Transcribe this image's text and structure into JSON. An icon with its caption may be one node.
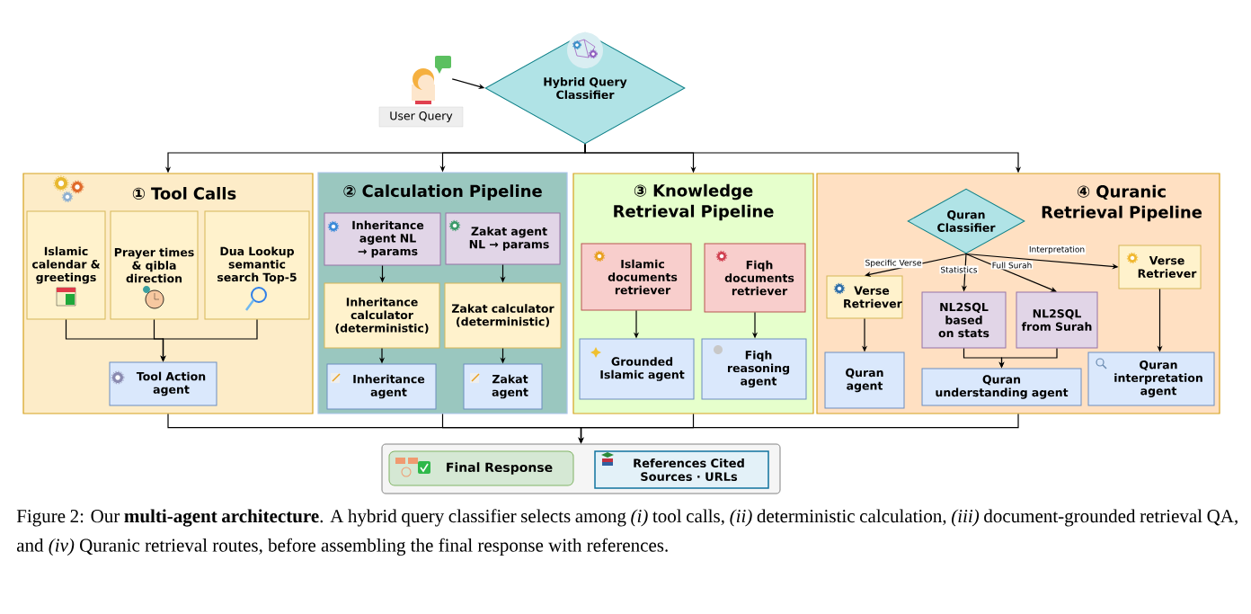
{
  "diagram": {
    "caption": "Figure 2: Our **multi-agent architecture**. A hybrid query classifier selects among *(i)* tool calls, *(ii)* deterministic calculation, *(iii)* document-grounded retrieval QA, and *(iv)* Quranic retrieval routes, before assembling the final response with references.",
    "nodes": [
      {
        "text": [
          "User Query"
        ]
      },
      {
        "text": [
          "Hybrid Query Classifier"
        ]
      },
      {
        "text": [
          "① Tool Calls"
        ]
      },
      {
        "text": [
          "Islamic calendar & greetings"
        ],
        "in": 2
      },
      {
        "text": [
          "Prayer times & qibla direction"
        ],
        "in": 2
      },
      {
        "text": [
          "Dua Lookup semantic search Top-5"
        ],
        "in": 2
      },
      {
        "text": [
          "Tool Action agent"
        ],
        "in": 2
      },
      {
        "text": [
          "② Calculation Pipeline"
        ]
      },
      {
        "text": [
          "Inheritance agent NL → params"
        ],
        "in": 7
      },
      {
        "text": [
          "Zakat agent NL → params"
        ],
        "in": 7
      },
      {
        "text": [
          "Inheritance calculator (deterministic)"
        ],
        "in": 7
      },
      {
        "text": [
          "Zakat calculator (deterministic)"
        ],
        "in": 7
      },
      {
        "text": [
          "Inheritance agent"
        ],
        "in": 7
      },
      {
        "text": [
          "Zakat agent"
        ],
        "in": 7
      },
      {
        "text": [
          "③ Knowledge Retrieval Pipeline"
        ]
      },
      {
        "text": [
          "Islamic documents retriever"
        ],
        "in": 14
      },
      {
        "text": [
          "Fiqh documents retriever"
        ],
        "in": 14
      },
      {
        "text": [
          "Grounded Islamic agent"
        ],
        "in": 14
      },
      {
        "text": [
          "Fiqh reasoning agent"
        ],
        "in": 14
      },
      {
        "text": [
          "④ Quranic Retrieval Pipeline"
        ]
      },
      {
        "text": [
          "Quran Classifier"
        ],
        "in": 19
      },
      {
        "text": [
          "Verse Retriever"
        ],
        "in": 19
      },
      {
        "text": [
          "NL2SQL based on stats"
        ],
        "in": 19
      },
      {
        "text": [
          "NL2SQL from Surah"
        ],
        "in": 19
      },
      {
        "text": [
          "Verse Retriever"
        ],
        "in": 19
      },
      {
        "text": [
          "Quran agent"
        ],
        "in": 19
      },
      {
        "text": [
          "Quran understanding agent"
        ],
        "in": 19
      },
      {
        "text": [
          "Quran interpretation agent"
        ],
        "in": 19
      },
      {
        "text": [],
        "shape": "box"
      },
      {
        "text": [
          "Final Response"
        ],
        "in": 28
      },
      {
        "text": [
          "References Cited Sources · URLs"
        ],
        "in": 28
      }
    ],
    "edges": [
      {
        "from": 0,
        "to": 1,
        "arrow": "to"
      },
      {
        "from": 1,
        "to": 2,
        "arrow": "to"
      },
      {
        "from": 1,
        "to": 7,
        "arrow": "to"
      },
      {
        "from": 1,
        "to": 14,
        "arrow": "to"
      },
      {
        "from": 1,
        "to": 19,
        "arrow": "to"
      },
      {
        "from": 3,
        "to": 6,
        "arrow": "to"
      },
      {
        "from": 4,
        "to": 6,
        "arrow": "to"
      },
      {
        "from": 5,
        "to": 6,
        "arrow": "to"
      },
      {
        "from": 8,
        "to": 10,
        "arrow": "to"
      },
      {
        "from": 9,
        "to": 11,
        "arrow": "to"
      },
      {
        "from": 10,
        "to": 12,
        "arrow": "to"
      },
      {
        "from": 11,
        "to": 13,
        "arrow": "to"
      },
      {
        "from": 15,
        "to": 17,
        "arrow": "to"
      },
      {
        "from": 16,
        "to": 18,
        "arrow": "to"
      },
      {
        "from": 20,
        "to": 21,
        "arrow": "to",
        "label": "Specific Verse"
      },
      {
        "from": 20,
        "to": 22,
        "arrow": "to",
        "label": "Statistics"
      },
      {
        "from": 20,
        "to": 23,
        "arrow": "to",
        "label": "Full Surah"
      },
      {
        "from": 20,
        "to": 24,
        "arrow": "to",
        "label": "Interpretation"
      },
      {
        "from": 21,
        "to": 25,
        "arrow": "to"
      },
      {
        "from": 22,
        "to": 26,
        "arrow": "to"
      },
      {
        "from": 23,
        "to": 26,
        "arrow": "to"
      },
      {
        "from": 24,
        "to": 27,
        "arrow": "to"
      },
      {
        "from": 2,
        "to": 28,
        "arrow": "to"
      },
      {
        "from": 7,
        "to": 28,
        "arrow": "to"
      },
      {
        "from": 14,
        "to": 28,
        "arrow": "to"
      },
      {
        "from": 19,
        "to": 28,
        "arrow": "to"
      }
    ]
  }
}
